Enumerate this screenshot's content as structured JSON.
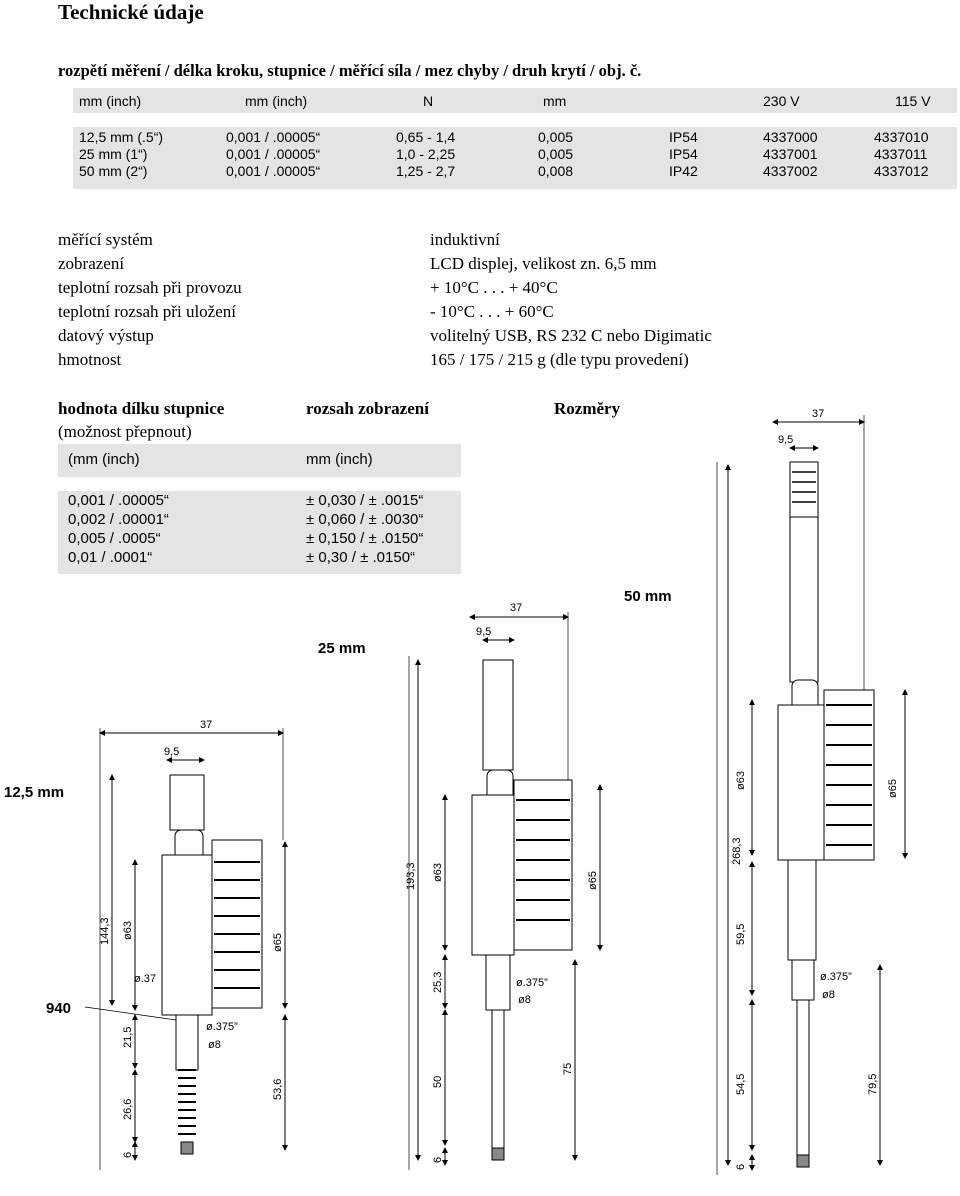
{
  "title": "Technické údaje",
  "table1": {
    "caption": "rozpětí měření  /  délka kroku, stupnice  /  měřící síla  /  mez chyby  /  druh krytí  / obj. č.",
    "headers": [
      "mm (inch)",
      "mm (inch)",
      "N",
      "mm",
      "230 V",
      "115 V"
    ],
    "rows": [
      [
        "12,5 mm (.5“)",
        "0,001 / .00005“",
        "0,65 - 1,4",
        "0,005",
        "IP54",
        "4337000",
        "4337010"
      ],
      [
        "25 mm (1“)",
        "0,001 / .00005“",
        "1,0 - 2,25",
        "0,005",
        "IP54",
        "4337001",
        "4337011"
      ],
      [
        "50 mm (2“)",
        "0,001 / .00005“",
        "1,25 - 2,7",
        "0,008",
        "IP42",
        "4337002",
        "4337012"
      ]
    ]
  },
  "specs": [
    {
      "label": "měřící systém",
      "value": "induktivní"
    },
    {
      "label": "zobrazení",
      "value": "LCD displej, velikost zn. 6,5 mm"
    },
    {
      "label": "teplotní rozsah při provozu",
      "value": "+ 10°C . . . + 40°C"
    },
    {
      "label": "teplotní rozsah při uložení",
      "value": "- 10°C . . . + 60°C"
    },
    {
      "label": "datový výstup",
      "value": "volitelný USB, RS 232 C nebo Digimatic"
    },
    {
      "label": "hmotnost",
      "value": "165 / 175 / 215 g (dle typu provedení)"
    }
  ],
  "section2": {
    "col1_heading": "hodnota dílku stupnice",
    "col1_sub": "(možnost přepnout)",
    "col2_heading": "rozsah zobrazení",
    "col3_heading": "Rozměry"
  },
  "table2": {
    "headers": [
      "(mm (inch)",
      "mm (inch)"
    ],
    "rows": [
      [
        "0,001 / .00005“",
        "± 0,030 / ± .0015“"
      ],
      [
        "0,002 / .00001“",
        "± 0,060 / ± .0030“"
      ],
      [
        "0,005 / .0005“",
        "± 0,150 / ± .0150“"
      ],
      [
        "0,01 / .0001“",
        "± 0,30 / ± .0150“"
      ]
    ]
  },
  "drawings": {
    "d125": {
      "label": "12,5 mm",
      "part": "940",
      "dims": [
        "37",
        "9,5",
        "144,3",
        "ø63",
        "ø65",
        "ø.375”",
        "ø8",
        "21,5",
        "26,6",
        "53,6",
        "6",
        "ø.37"
      ]
    },
    "d25": {
      "label": "25 mm",
      "dims": [
        "37",
        "9,5",
        "193,3",
        "ø63",
        "ø65",
        "25,3",
        "ø.375”",
        "ø8",
        "50",
        "75",
        "6"
      ]
    },
    "d50": {
      "label": "50 mm",
      "dims": [
        "37",
        "9,5",
        "268,3",
        "ø63",
        "ø65",
        "59,5",
        "ø.375”",
        "ø8",
        "54,5",
        "79,5",
        "6"
      ]
    }
  },
  "colors": {
    "table_bg": "#e4e4e4",
    "ink": "#000000"
  }
}
